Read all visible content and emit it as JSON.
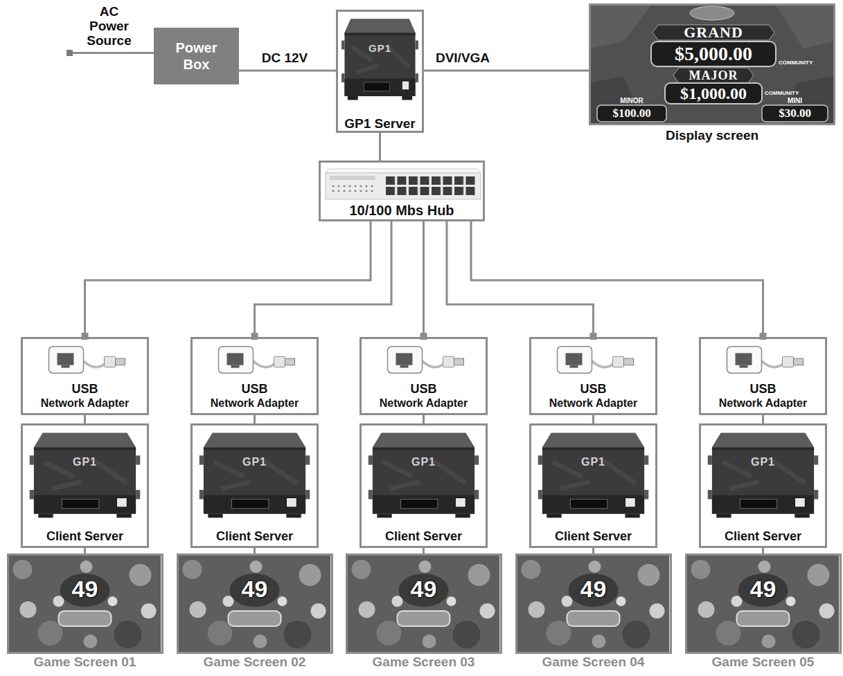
{
  "diagram": {
    "nodes": [
      {
        "text": [
          "AC Power Source"
        ]
      },
      {
        "text": [
          "Power Box"
        ]
      },
      {
        "text": [
          "GP1",
          "GP1 Server"
        ]
      },
      {
        "text": [
          "GRAND",
          "$5,000.00",
          "COMMUNITY",
          "MAJOR",
          "$1,000.00",
          "COMMUNITY",
          "MINOR",
          "$100.00",
          "MINI",
          "$30.00",
          "Display screen"
        ]
      },
      {
        "text": [
          "10/100 Mbs Hub"
        ]
      },
      {
        "text": [
          "USB",
          "Network Adapter"
        ]
      },
      {
        "text": [
          "USB",
          "Network Adapter"
        ]
      },
      {
        "text": [
          "USB",
          "Network Adapter"
        ]
      },
      {
        "text": [
          "USB",
          "Network Adapter"
        ]
      },
      {
        "text": [
          "USB",
          "Network Adapter"
        ]
      },
      {
        "text": [
          "GP1",
          "Client Server"
        ]
      },
      {
        "text": [
          "GP1",
          "Client Server"
        ]
      },
      {
        "text": [
          "GP1",
          "Client Server"
        ]
      },
      {
        "text": [
          "GP1",
          "Client Server"
        ]
      },
      {
        "text": [
          "GP1",
          "Client Server"
        ]
      },
      {
        "text": [
          "49",
          "Game Screen 01"
        ]
      },
      {
        "text": [
          "49",
          "Game Screen 02"
        ]
      },
      {
        "text": [
          "49",
          "Game Screen 03"
        ]
      },
      {
        "text": [
          "49",
          "Game Screen 04"
        ]
      },
      {
        "text": [
          "49",
          "Game Screen 05"
        ]
      }
    ],
    "edges": [
      {
        "from": 0,
        "to": 1,
        "arrow": "none"
      },
      {
        "from": 1,
        "to": 2,
        "label": "DC 12V",
        "arrow": "none"
      },
      {
        "from": 2,
        "to": 3,
        "label": "DVI/VGA",
        "arrow": "none"
      },
      {
        "from": 2,
        "to": 4,
        "arrow": "none"
      },
      {
        "from": 4,
        "to": 5,
        "arrow": "none"
      },
      {
        "from": 4,
        "to": 6,
        "arrow": "none"
      },
      {
        "from": 4,
        "to": 7,
        "arrow": "none"
      },
      {
        "from": 4,
        "to": 8,
        "arrow": "none"
      },
      {
        "from": 4,
        "to": 9,
        "arrow": "none"
      },
      {
        "from": 5,
        "to": 10,
        "arrow": "none"
      },
      {
        "from": 6,
        "to": 11,
        "arrow": "none"
      },
      {
        "from": 7,
        "to": 12,
        "arrow": "none"
      },
      {
        "from": 8,
        "to": 13,
        "arrow": "none"
      },
      {
        "from": 9,
        "to": 14,
        "arrow": "none"
      },
      {
        "from": 10,
        "to": 15,
        "arrow": "none"
      },
      {
        "from": 11,
        "to": 16,
        "arrow": "none"
      },
      {
        "from": 12,
        "to": 17,
        "arrow": "none"
      },
      {
        "from": 13,
        "to": 18,
        "arrow": "none"
      },
      {
        "from": 14,
        "to": 19,
        "arrow": "none"
      }
    ]
  }
}
